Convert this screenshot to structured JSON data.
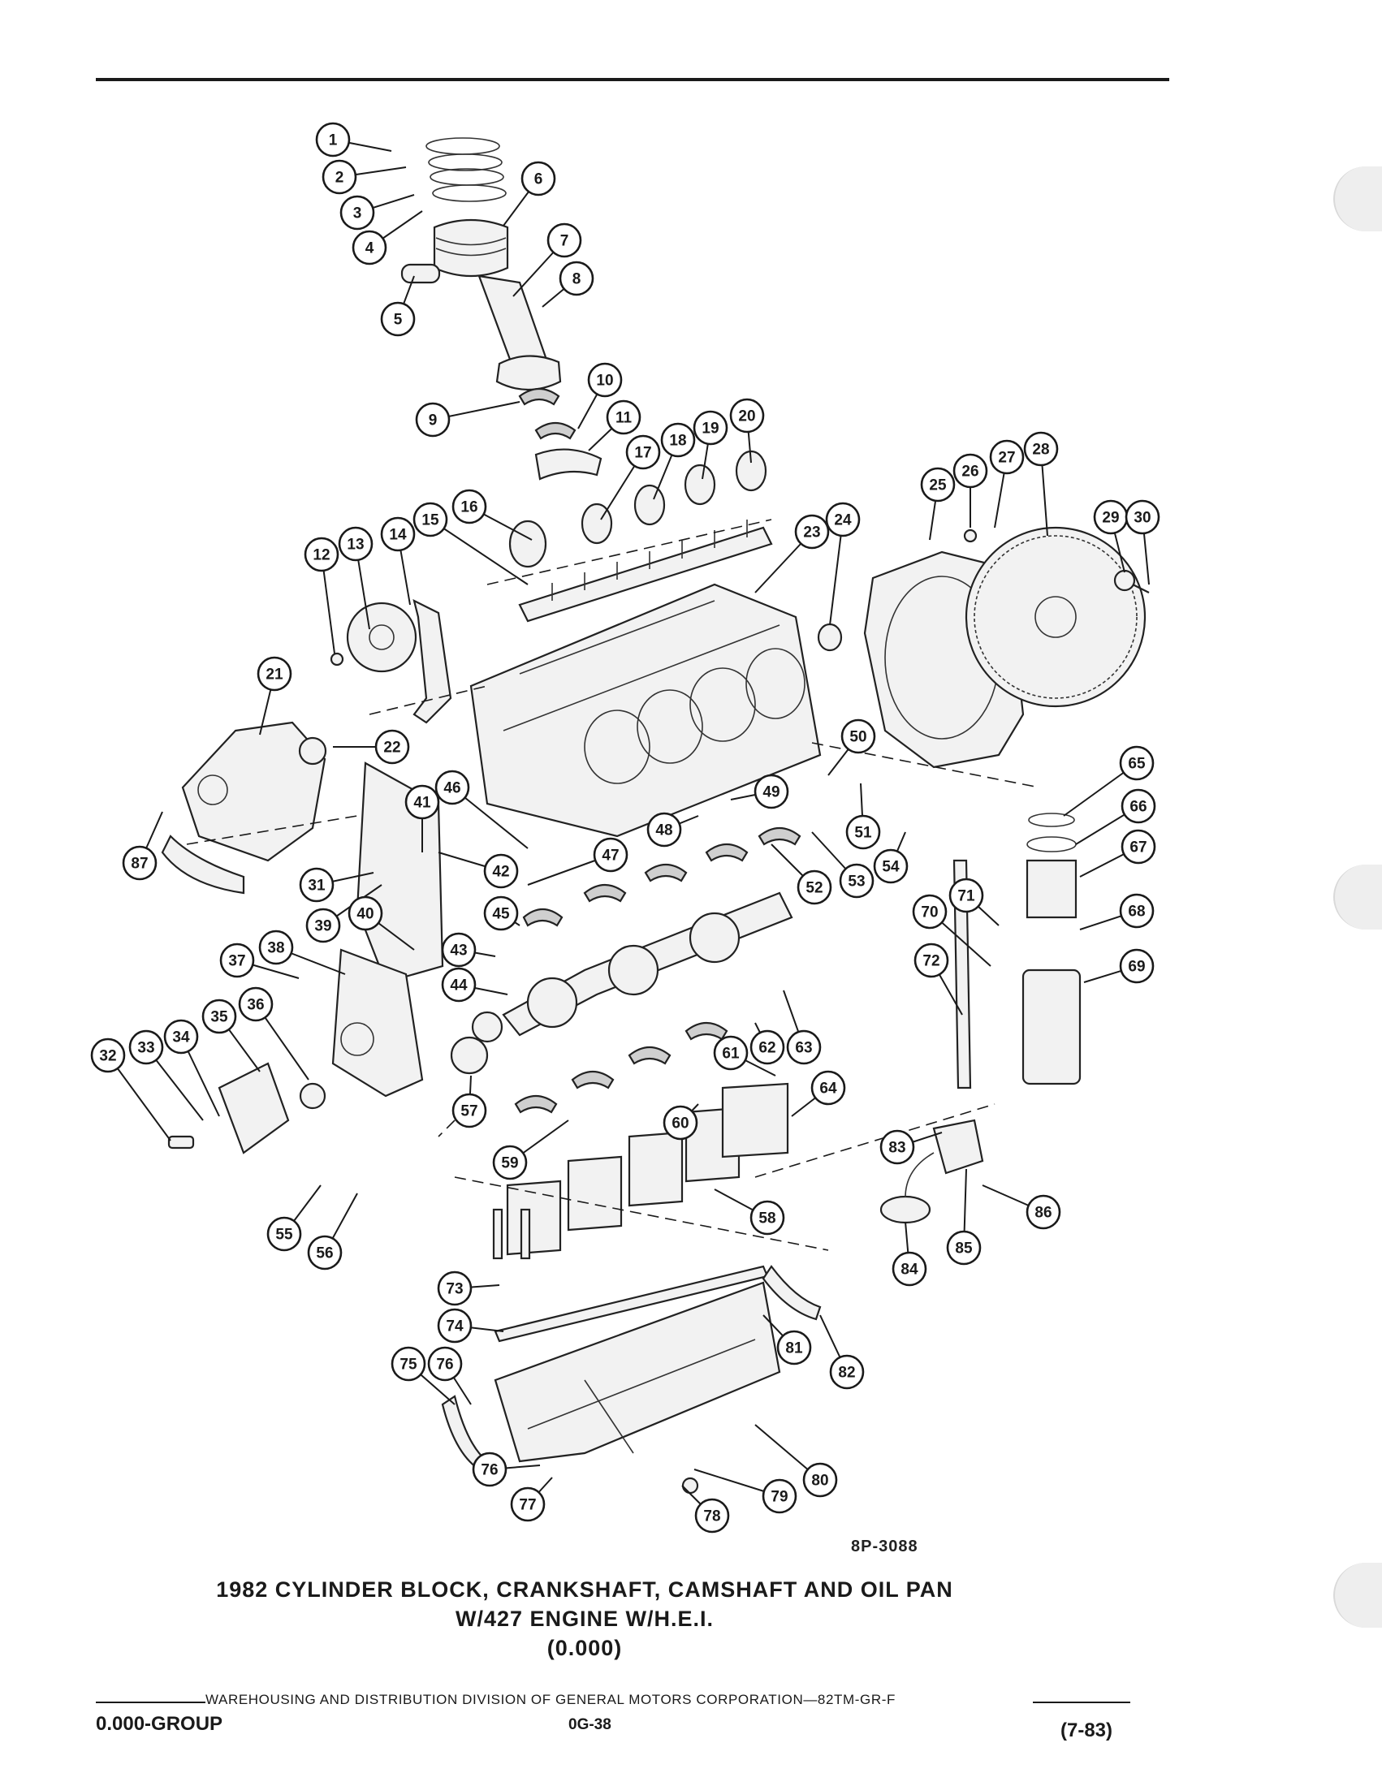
{
  "figure": {
    "code": "8P-3088",
    "title_line1": "1982 CYLINDER BLOCK, CRANKSHAFT, CAMSHAFT AND OIL PAN",
    "title_line2": "W/427 ENGINE W/H.E.I.",
    "title_line3": "(0.000)"
  },
  "footer": {
    "division": "WAREHOUSING AND DISTRIBUTION  DIVISION OF GENERAL MOTORS CORPORATION—82TM-GR-F",
    "group": "0.000-GROUP",
    "page": "0G-38",
    "date": "(7-83)"
  },
  "callouts": [
    "1",
    "2",
    "3",
    "4",
    "5",
    "6",
    "7",
    "8",
    "9",
    "10",
    "11",
    "12",
    "13",
    "14",
    "15",
    "16",
    "17",
    "18",
    "19",
    "20",
    "21",
    "22",
    "23",
    "24",
    "25",
    "26",
    "27",
    "28",
    "29",
    "30",
    "31",
    "32",
    "33",
    "34",
    "35",
    "36",
    "37",
    "38",
    "39",
    "40",
    "41",
    "42",
    "43",
    "44",
    "45",
    "46",
    "47",
    "48",
    "49",
    "50",
    "51",
    "52",
    "53",
    "54",
    "55",
    "56",
    "57",
    "58",
    "59",
    "60",
    "61",
    "62",
    "63",
    "64",
    "65",
    "66",
    "67",
    "68",
    "69",
    "70",
    "71",
    "72",
    "73",
    "74",
    "75",
    "76",
    "77",
    "78",
    "79",
    "80",
    "81",
    "82",
    "83",
    "84",
    "85",
    "86",
    "87"
  ],
  "extra_callouts": [
    "76"
  ]
}
